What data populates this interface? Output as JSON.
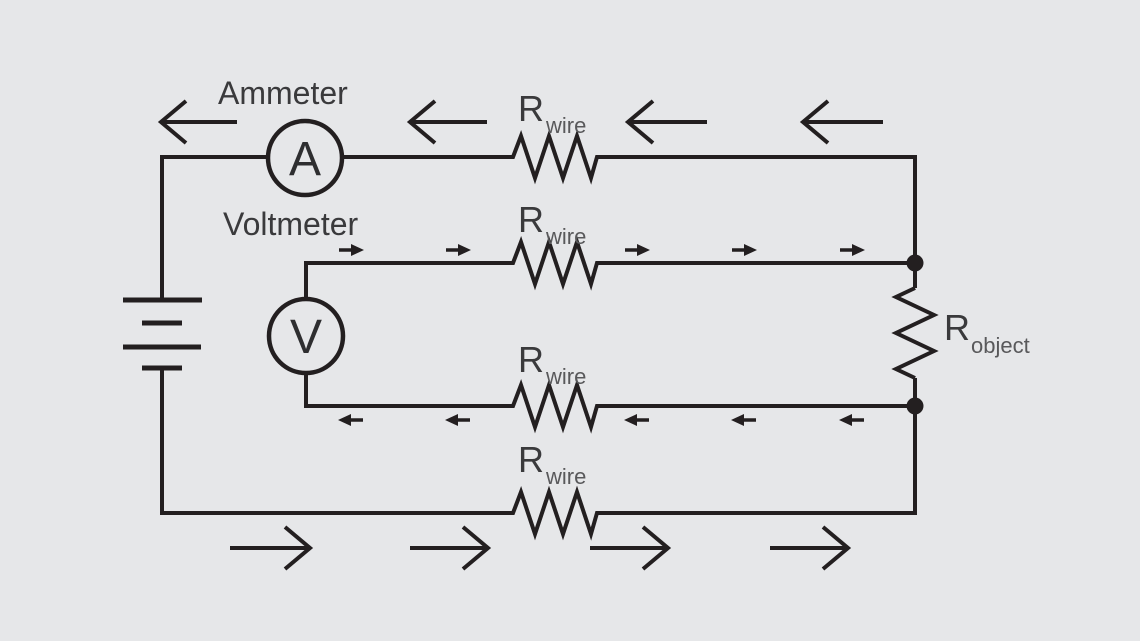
{
  "colors": {
    "bg": "#e6e7e9",
    "wire": "#231f20",
    "label": "#3a3a3c",
    "subscript": "#59595b",
    "letter": "#2e2e30"
  },
  "labels": {
    "ammeter": "Ammeter",
    "voltmeter": "Voltmeter",
    "ammeter_symbol": "A",
    "voltmeter_symbol": "V",
    "resistor_symbol": "R",
    "wire_subscript": "wire",
    "object_subscript": "object"
  },
  "components": [
    {
      "name": "battery",
      "type": "dc-source"
    },
    {
      "name": "ammeter",
      "symbol": "A",
      "label": "Ammeter"
    },
    {
      "name": "voltmeter",
      "symbol": "V",
      "label": "Voltmeter"
    },
    {
      "name": "resistor-wire-top",
      "symbol": "R",
      "subscript": "wire"
    },
    {
      "name": "resistor-wire-voltmeter-top-lead",
      "symbol": "R",
      "subscript": "wire"
    },
    {
      "name": "resistor-wire-voltmeter-bottom-lead",
      "symbol": "R",
      "subscript": "wire"
    },
    {
      "name": "resistor-wire-bottom",
      "symbol": "R",
      "subscript": "wire"
    },
    {
      "name": "resistor-object",
      "symbol": "R",
      "subscript": "object"
    }
  ],
  "arrows": {
    "top_row": {
      "direction": "left",
      "count": 4,
      "style": "large-open"
    },
    "voltmeter_top_lead": {
      "direction": "right",
      "count": 5,
      "style": "small-solid"
    },
    "voltmeter_bottom_lead": {
      "direction": "left",
      "count": 5,
      "style": "small-solid"
    },
    "bottom_row": {
      "direction": "right",
      "count": 4,
      "style": "large-open"
    }
  }
}
